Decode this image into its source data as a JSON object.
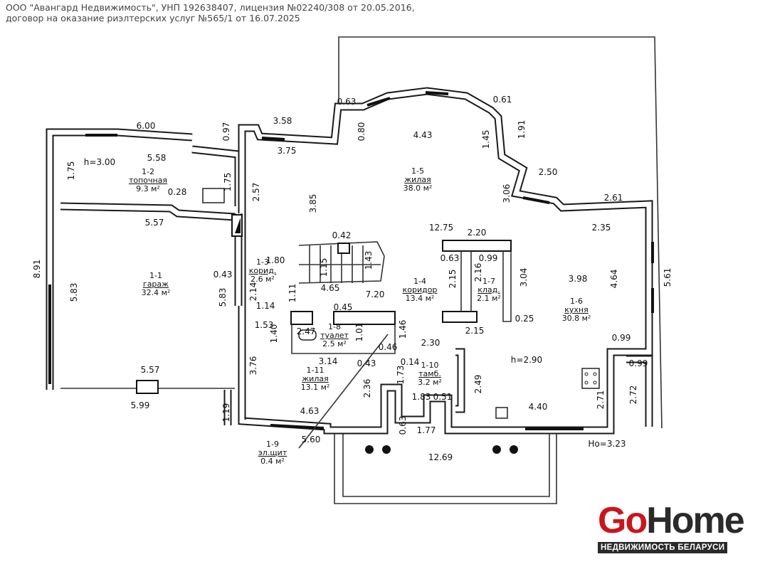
{
  "header": {
    "line1": "ООО \"Авангард Недвижимость\", УНП 192638407, лицензия №02240/308 от 20.05.2016,",
    "line2": "договор на оказание риэлтерских услуг №565/1 от 16.07.2025"
  },
  "rooms": [
    {
      "id": "1-1",
      "name": "гараж",
      "area": "32.4 м²"
    },
    {
      "id": "1-2",
      "name": "топочная",
      "area": "9.3 м²"
    },
    {
      "id": "1-3",
      "name": "корид.",
      "area": "2.6 м²"
    },
    {
      "id": "1-4",
      "name": "коридор",
      "area": "13.4 м²"
    },
    {
      "id": "1-5",
      "name": "жилая",
      "area": "38.0 м²"
    },
    {
      "id": "1-6",
      "name": "кухня",
      "area": "30.8 м²"
    },
    {
      "id": "1-7",
      "name": "клад.",
      "area": "2.1 м²"
    },
    {
      "id": "1-8",
      "name": "туалет",
      "area": "2.5 м²"
    },
    {
      "id": "1-9",
      "name": "эл.щит",
      "area": "0.4 м²"
    },
    {
      "id": "1-10",
      "name": "тамб.",
      "area": "3.2 м²"
    },
    {
      "id": "1-11",
      "name": "жилая",
      "area": "13.1 м²"
    }
  ],
  "dims": [
    "6.00",
    "5.58",
    "h=3.00",
    "1.75",
    "0.28",
    "1.75",
    "5.57",
    "0.97",
    "3.58",
    "3.75",
    "0.63",
    "0.80",
    "4.43",
    "0.61",
    "1.91",
    "1.45",
    "2.50",
    "3.06",
    "2.61",
    "2.57",
    "3.85",
    "8.91",
    "5.83",
    "5.83",
    "12.75",
    "2.20",
    "2.35",
    "0.42",
    "1.80",
    "1.15",
    "1.43",
    "0.43",
    "4.65",
    "7.20",
    "1.11",
    "2.14",
    "1.14",
    "0.63",
    "0.99",
    "2.15",
    "2.16",
    "3.04",
    "3.98",
    "4.64",
    "5.61",
    "0.25",
    "0.45",
    "2.15",
    "1.53",
    "1.40",
    "2.47",
    "1.01",
    "1.46",
    "2.30",
    "0.46",
    "3.14",
    "0.43",
    "0.14",
    "3.76",
    "h=2.90",
    "0.99",
    "0.99",
    "1.73",
    "2.36",
    "2.49",
    "1.83",
    "0.51",
    "2.71",
    "2.72",
    "4.63",
    "4.40",
    "5.57",
    "5.99",
    "1.19",
    "0.63",
    "1.77",
    "5.60",
    "12.69",
    "Hо=3.23"
  ],
  "logo": {
    "brand_go": "Go",
    "brand_home": "Home",
    "tagline": "НЕДВИЖИМОСТЬ БЕЛАРУСИ"
  }
}
